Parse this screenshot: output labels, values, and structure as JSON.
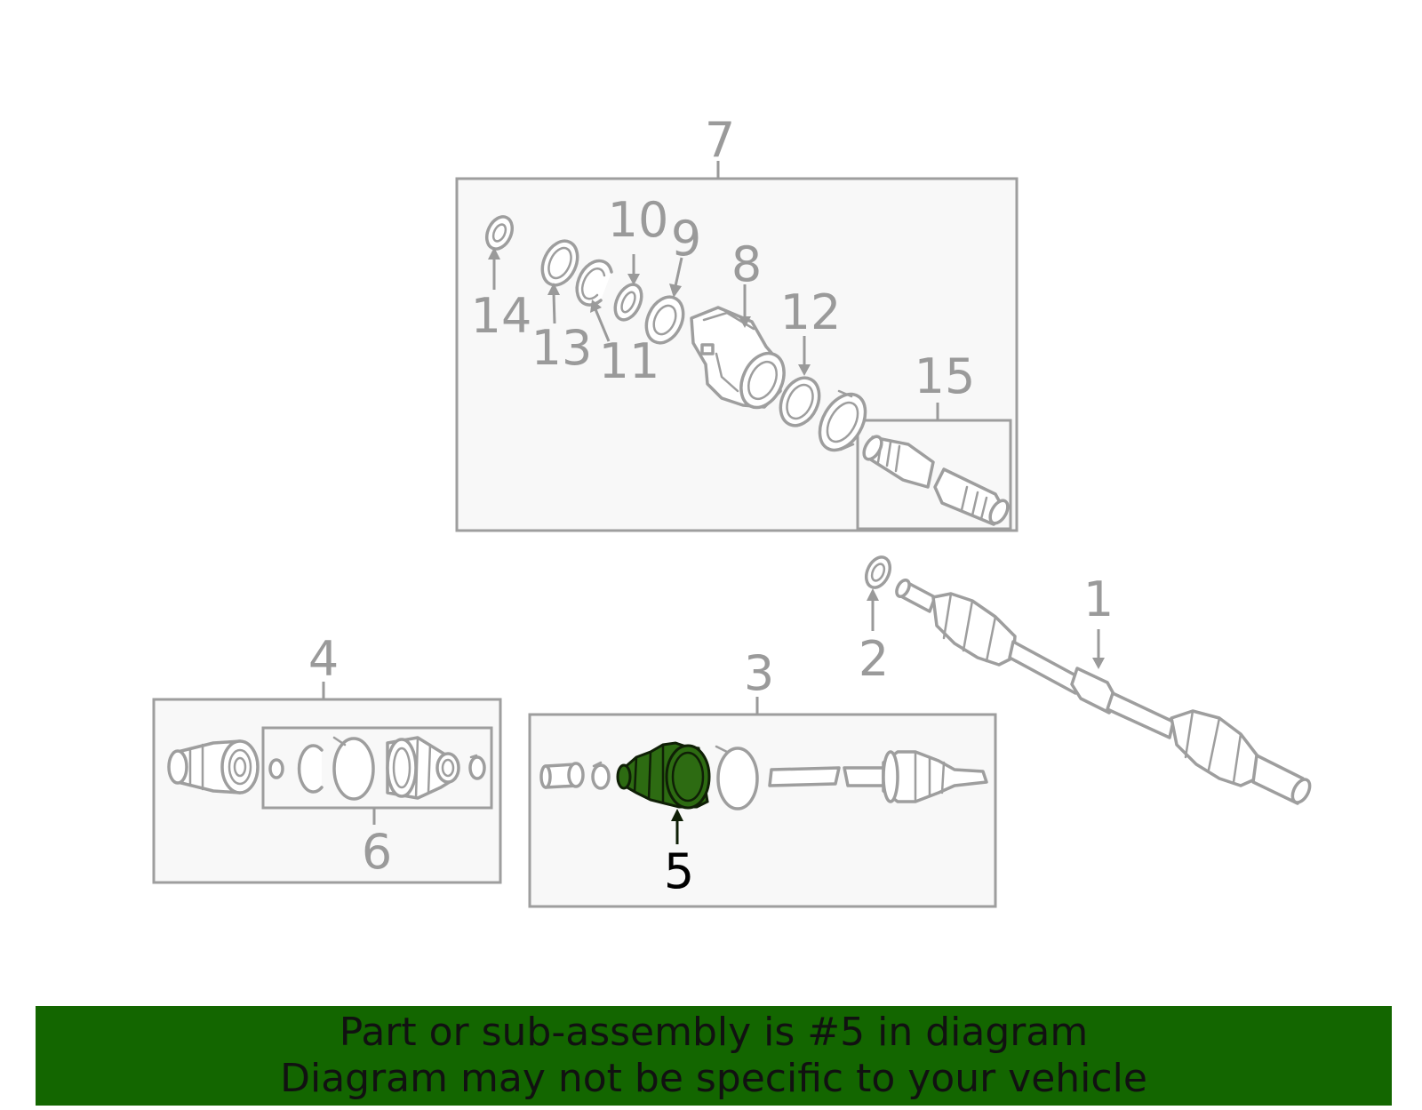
{
  "diagram": {
    "callouts": [
      "1",
      "2",
      "3",
      "4",
      "5",
      "6",
      "7",
      "8",
      "9",
      "10",
      "11",
      "12",
      "13",
      "14",
      "15"
    ],
    "highlighted_part": "5"
  },
  "banner": {
    "line1": "Part or sub-assembly is #5 in diagram",
    "line2": "Diagram may not be specific to your vehicle",
    "color": "#136600"
  },
  "colors": {
    "highlight": "#2d6b12",
    "outline": "#9e9e9e",
    "box_fill": "#f8f8f8"
  }
}
